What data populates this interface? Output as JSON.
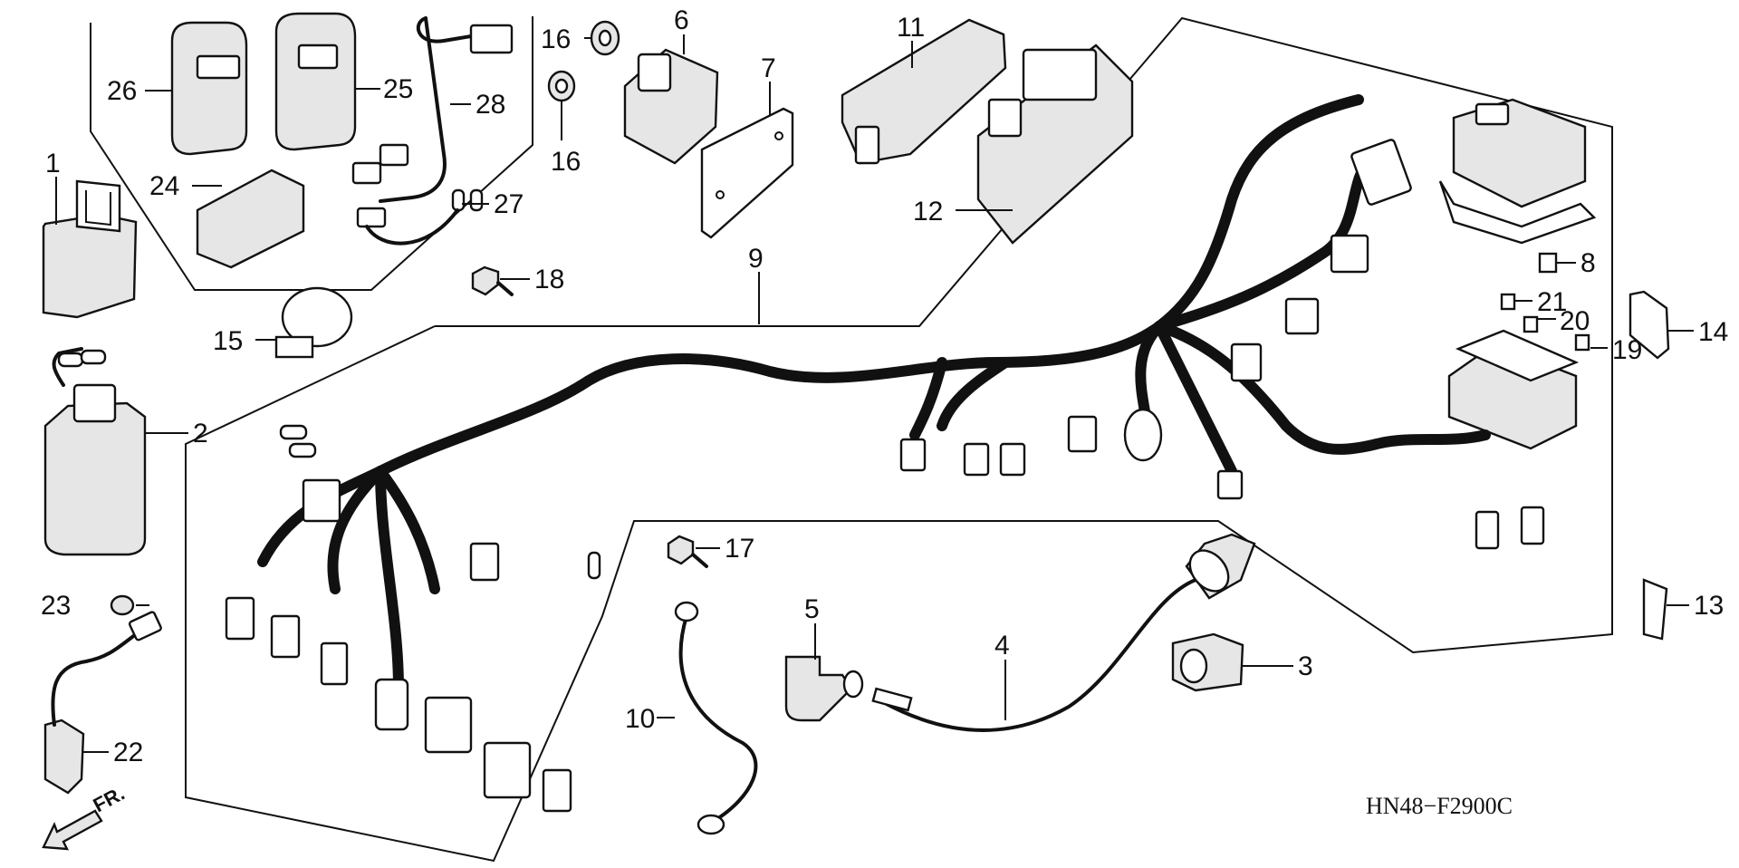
{
  "diagram": {
    "code": "HN48−F2900C",
    "front_marker": "FR."
  },
  "callouts": [
    {
      "id": "1",
      "label": "1"
    },
    {
      "id": "2",
      "label": "2"
    },
    {
      "id": "3",
      "label": "3"
    },
    {
      "id": "4",
      "label": "4"
    },
    {
      "id": "5",
      "label": "5"
    },
    {
      "id": "6",
      "label": "6"
    },
    {
      "id": "7",
      "label": "7"
    },
    {
      "id": "8",
      "label": "8"
    },
    {
      "id": "9",
      "label": "9"
    },
    {
      "id": "10",
      "label": "10"
    },
    {
      "id": "11",
      "label": "11"
    },
    {
      "id": "12",
      "label": "12"
    },
    {
      "id": "13",
      "label": "13"
    },
    {
      "id": "14",
      "label": "14"
    },
    {
      "id": "15",
      "label": "15"
    },
    {
      "id": "16a",
      "label": "16"
    },
    {
      "id": "16b",
      "label": "16"
    },
    {
      "id": "17",
      "label": "17"
    },
    {
      "id": "18",
      "label": "18"
    },
    {
      "id": "19",
      "label": "19"
    },
    {
      "id": "20",
      "label": "20"
    },
    {
      "id": "21",
      "label": "21"
    },
    {
      "id": "22",
      "label": "22"
    },
    {
      "id": "23",
      "label": "23"
    },
    {
      "id": "24",
      "label": "24"
    },
    {
      "id": "25",
      "label": "25"
    },
    {
      "id": "26",
      "label": "26"
    },
    {
      "id": "27",
      "label": "27"
    },
    {
      "id": "28",
      "label": "28"
    }
  ]
}
